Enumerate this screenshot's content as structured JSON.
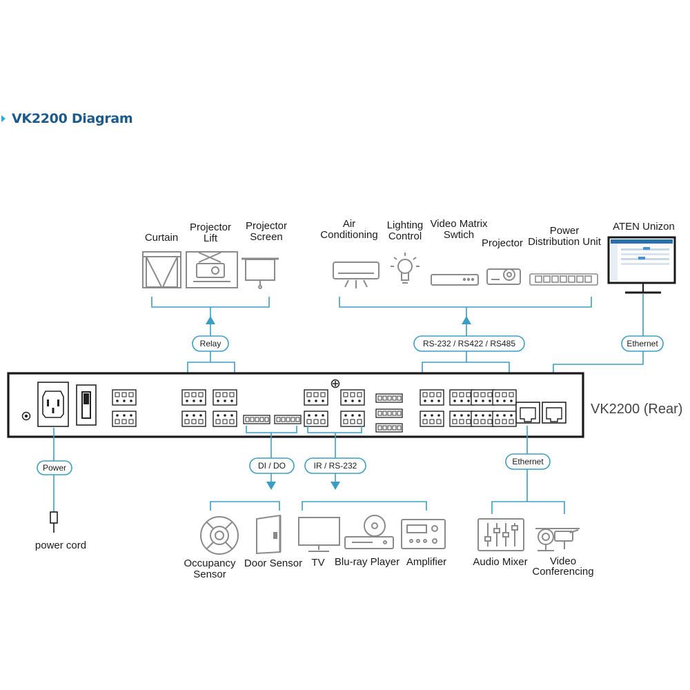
{
  "header": {
    "title": "VK2200 Diagram"
  },
  "device": {
    "label": "VK2200 (Rear)"
  },
  "top_devices": {
    "curtain": "Curtain",
    "projector_lift": [
      "Projector",
      "Lift"
    ],
    "projector_screen": [
      "Projector",
      "Screen"
    ],
    "air_conditioning": [
      "Air",
      "Conditioning"
    ],
    "lighting_control": [
      "Lighting",
      "Control"
    ],
    "video_matrix": [
      "Video Matrix",
      "Swtich"
    ],
    "projector": "Projector",
    "pdu": [
      "Power",
      "Distribution Unit"
    ],
    "aten_unizon": "ATEN Unizon"
  },
  "bottom_devices": {
    "occupancy": [
      "Occupancy",
      "Sensor"
    ],
    "door_sensor": "Door Sensor",
    "tv": "TV",
    "bluray": "Blu-ray Player",
    "amplifier": "Amplifier",
    "audio_mixer": "Audio Mixer",
    "video_conf": [
      "Video",
      "Conferencing"
    ],
    "power_cord": "power cord"
  },
  "connections": {
    "relay": "Relay",
    "serial": "RS-232 / RS422 / RS485",
    "ethernet_top": "Ethernet",
    "power": "Power",
    "dido": "DI / DO",
    "ir_rs232": "IR / RS-232",
    "ethernet_bottom": "Ethernet"
  },
  "colors": {
    "line": "#3a9ec2",
    "device": "#1a1a1a",
    "icon": "#8a8a8a",
    "title": "#1c5a8c",
    "accent": "#1bb0e0"
  }
}
